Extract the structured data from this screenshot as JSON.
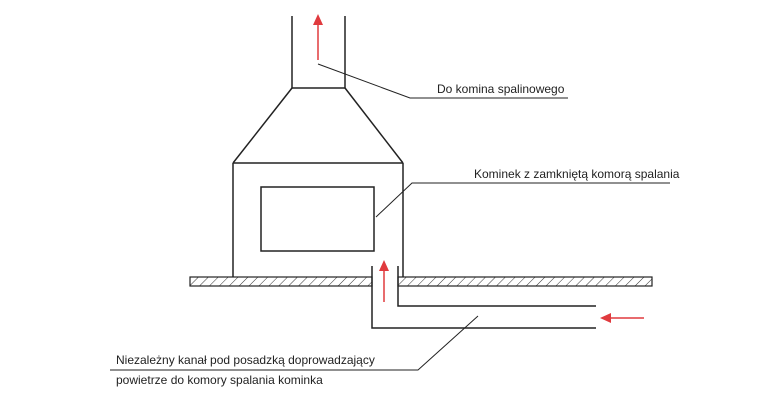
{
  "labels": {
    "chimney": "Do komina spalinowego",
    "fireplace": "Kominek z zamkniętą komorą spalania",
    "duct_line1": "Niezależny kanał pod posadzką doprowadzający",
    "duct_line2": "powietrze do komory spalania kominka"
  },
  "colors": {
    "line": "#222222",
    "arrow": "#e03a3e",
    "hatch": "#333333",
    "background": "#ffffff"
  }
}
